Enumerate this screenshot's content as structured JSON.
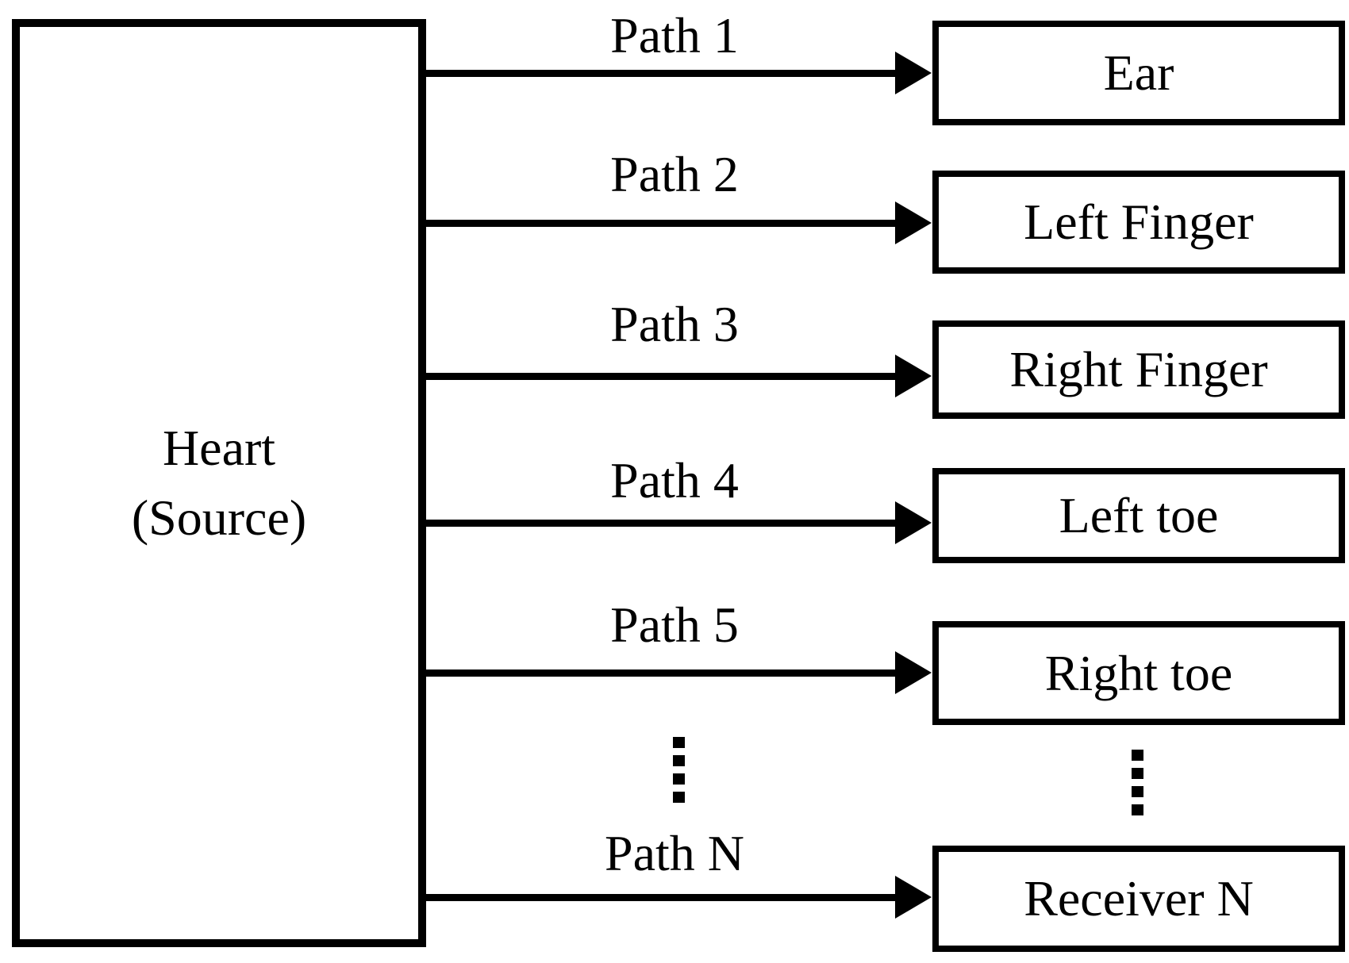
{
  "diagram": {
    "source": {
      "label": "Heart\n(Source)",
      "line1": "Heart",
      "line2": "(Source)"
    },
    "paths": [
      {
        "label": "Path 1",
        "target": "Ear"
      },
      {
        "label": "Path 2",
        "target": "Left Finger"
      },
      {
        "label": "Path 3",
        "target": "Right Finger"
      },
      {
        "label": "Path 4",
        "target": "Left toe"
      },
      {
        "label": "Path 5",
        "target": "Right toe"
      },
      {
        "label": "Path N",
        "target": "Receiver N"
      }
    ],
    "ellipsis_symbol": "⋮",
    "colors": {
      "line": "#000000",
      "text": "#000000",
      "background": "#ffffff"
    }
  }
}
